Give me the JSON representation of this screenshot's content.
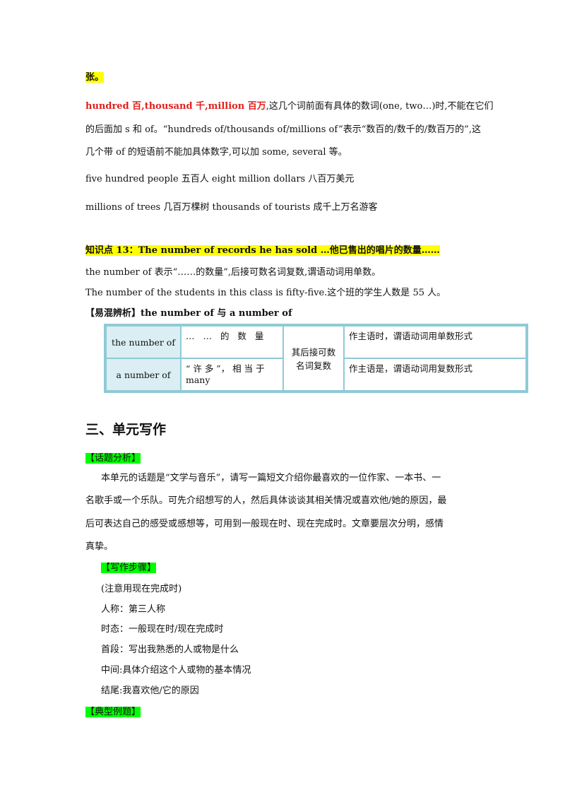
{
  "top_fragment": "张。",
  "hundred": {
    "red_words": "hundred 百,thousand 千,million 百万",
    "line1_rest": ",这几个词前面有具体的数词(one, two…)时,不能在它们",
    "line2": "的后面加 s 和 of。“hundreds of/thousands of/millions of”表示“数百的/数千的/数百万的”,这",
    "line3": "几个带 of 的短语前不能加具体数字,可以加 some, several 等。",
    "example1": "five hundred people 五百人 eight million dollars 八百万美元",
    "example2": "millions of trees 几百万棵树 thousands of tourists 成千上万名游客"
  },
  "point13": {
    "heading": "知识点 13：The number of records he has sold …他已售出的唱片的数量……",
    "line1": "the number of 表示“……的数量”,后接可数名词复数,谓语动词用单数。",
    "line2": "The number of the students in this class is fifty-five.这个班的学生人数是 55 人。",
    "confusion": "【易混辨析】the number of  与 a number of"
  },
  "table": {
    "rows": [
      {
        "term": "the number of",
        "meaning": "…  …  的  数  量",
        "usage": "作主语时，谓语动词用单数形式"
      },
      {
        "term": "a number of",
        "meaning": "“ 许 多 ”， 相 当 于 many",
        "usage": "作主语是，谓语动词用复数形式"
      }
    ],
    "shared": "其后接可数名词复数"
  },
  "section3": {
    "title": "三、单元写作",
    "topic_label": "【话题分析】",
    "topic_lines": [
      "本单元的话题是“文学与音乐”，请写一篇短文介绍你最喜欢的一位作家、一本书、一",
      "名歌手或一个乐队。可先介绍想写的人，然后具体谈谈其相关情况或喜欢他/她的原因，最",
      "后可表达自己的感受或感想等，可用到一般现在时、现在完成时。文章要层次分明，感情",
      "真挚。"
    ],
    "steps_label": "【写作步骤】",
    "steps": [
      "(注意用现在完成时)",
      "人称：第三人称",
      "时态：一般现在时/现在完成时",
      "首段：写出我熟悉的人或物是什么",
      "中间:具体介绍这个人或物的基本情况",
      "结尾:我喜欢他/它的原因"
    ],
    "example_label": "【典型例题】"
  }
}
